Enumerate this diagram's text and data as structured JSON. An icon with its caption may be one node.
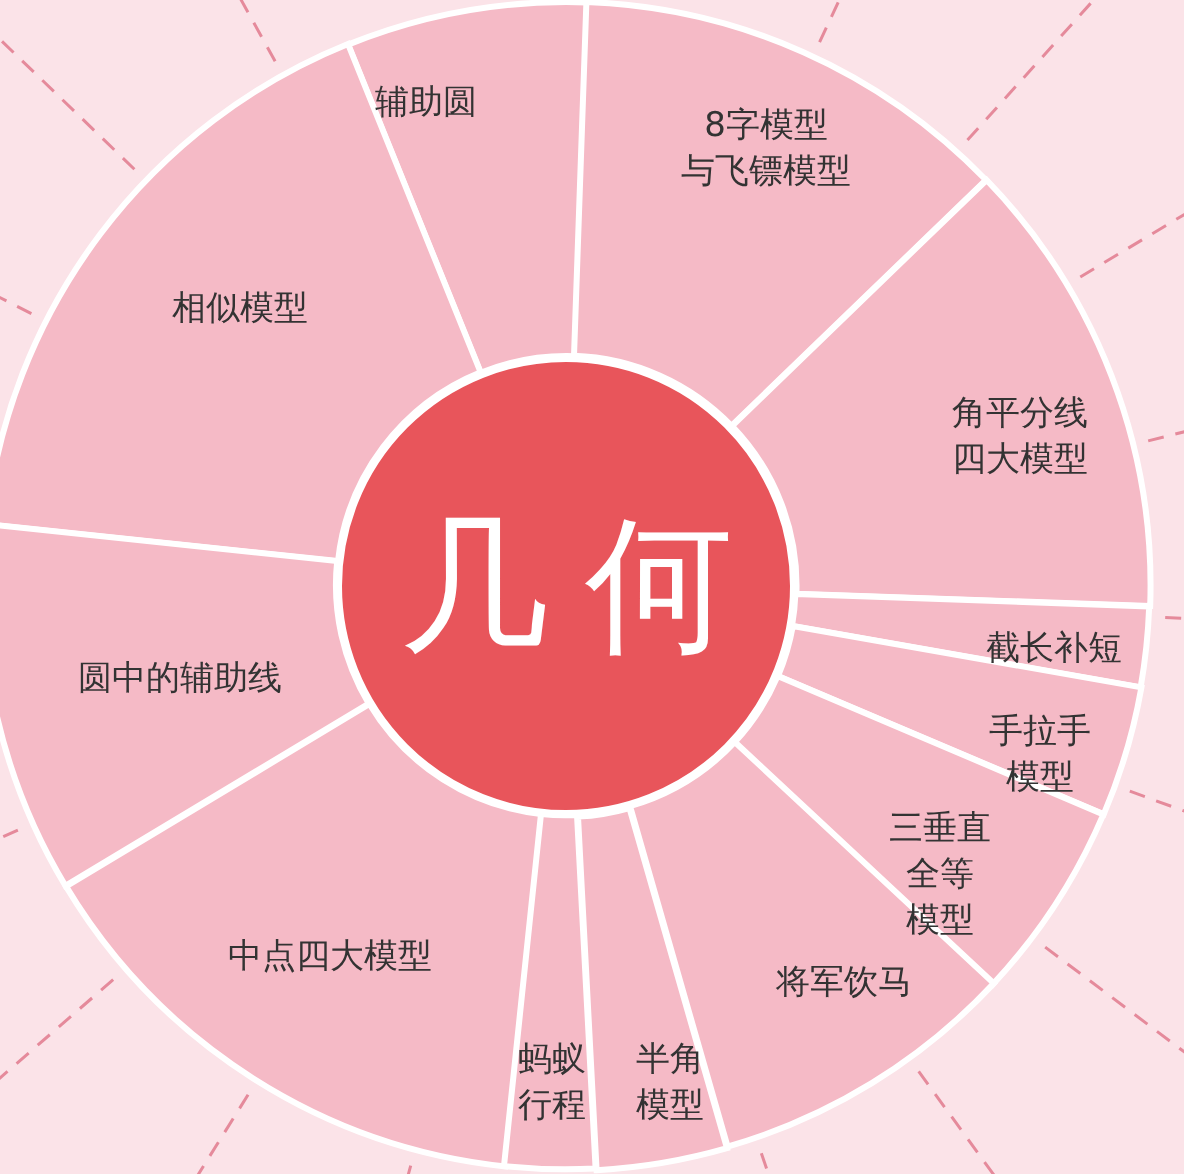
{
  "diagram": {
    "nodes": [
      {
        "text": [
          "辅助圆"
        ]
      },
      {
        "text": [
          "8字模型与飞镖模型"
        ]
      },
      {
        "text": [
          "相似模型"
        ]
      },
      {
        "text": [
          "角平分线四大模型"
        ]
      },
      {
        "text": [
          "几何"
        ]
      },
      {
        "text": [
          "截长补短"
        ]
      },
      {
        "text": [
          "圆中的辅助线"
        ]
      },
      {
        "text": [
          "手拉手模型"
        ]
      },
      {
        "text": [
          "三垂直全等模型"
        ]
      },
      {
        "text": [
          "中点四大模型"
        ]
      },
      {
        "text": [
          "将军饮马"
        ]
      },
      {
        "text": [
          "蚂蚁行程"
        ]
      },
      {
        "text": [
          "半角模型"
        ]
      }
    ]
  }
}
